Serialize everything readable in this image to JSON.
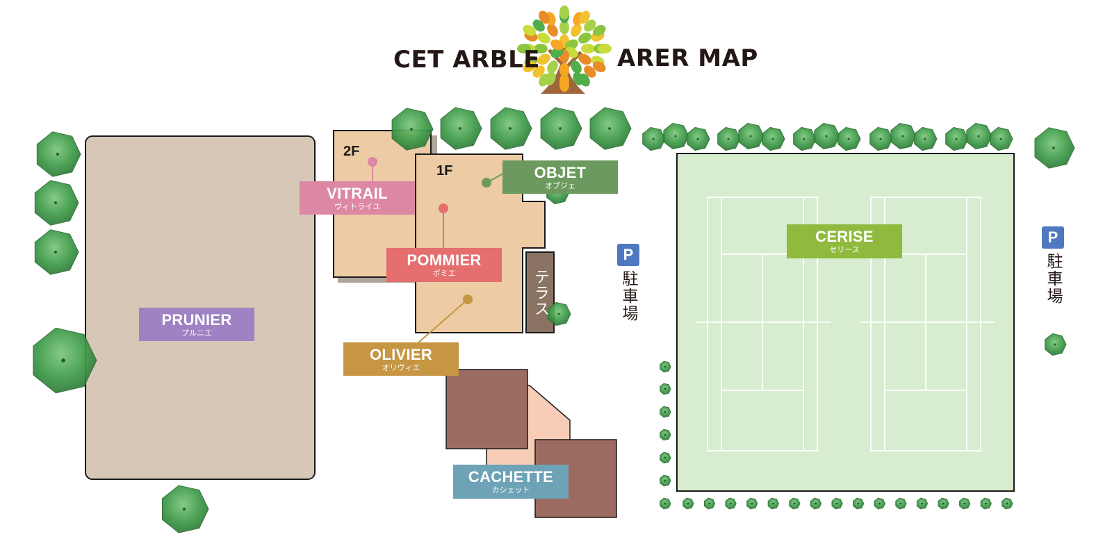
{
  "title": {
    "left": "CET ARBLE",
    "right": "ARER MAP"
  },
  "floors": {
    "second": "2F",
    "first": "1F"
  },
  "labels": {
    "vitrail": {
      "en": "VITRAIL",
      "jp": "ヴィトライユ",
      "color": "#dc88a4"
    },
    "objet": {
      "en": "OBJET",
      "jp": "オブジェ",
      "color": "#6c9a5e"
    },
    "pommier": {
      "en": "POMMIER",
      "jp": "ポミエ",
      "color": "#e56e6e"
    },
    "olivier": {
      "en": "OLIVIER",
      "jp": "オリヴィエ",
      "color": "#c69643"
    },
    "prunier": {
      "en": "PRUNIER",
      "jp": "プルニエ",
      "color": "#9e82c3"
    },
    "cerise": {
      "en": "CERISE",
      "jp": "セリース",
      "color": "#8fba3d"
    },
    "cachette": {
      "en": "CACHETTE",
      "jp": "カシェット",
      "color": "#6ea2b6"
    }
  },
  "terrace": "テラス",
  "parking": {
    "icon": "P",
    "text": "駐車場"
  },
  "colors": {
    "prunier_building": "#d7c7b7",
    "main_building": "#edcba4",
    "cachette_dark": "#9b6b61",
    "cachette_light": "#f8cdb7",
    "terrace": "#8a7363",
    "court": "#d8ecd0",
    "tree": "#3d9f48"
  }
}
